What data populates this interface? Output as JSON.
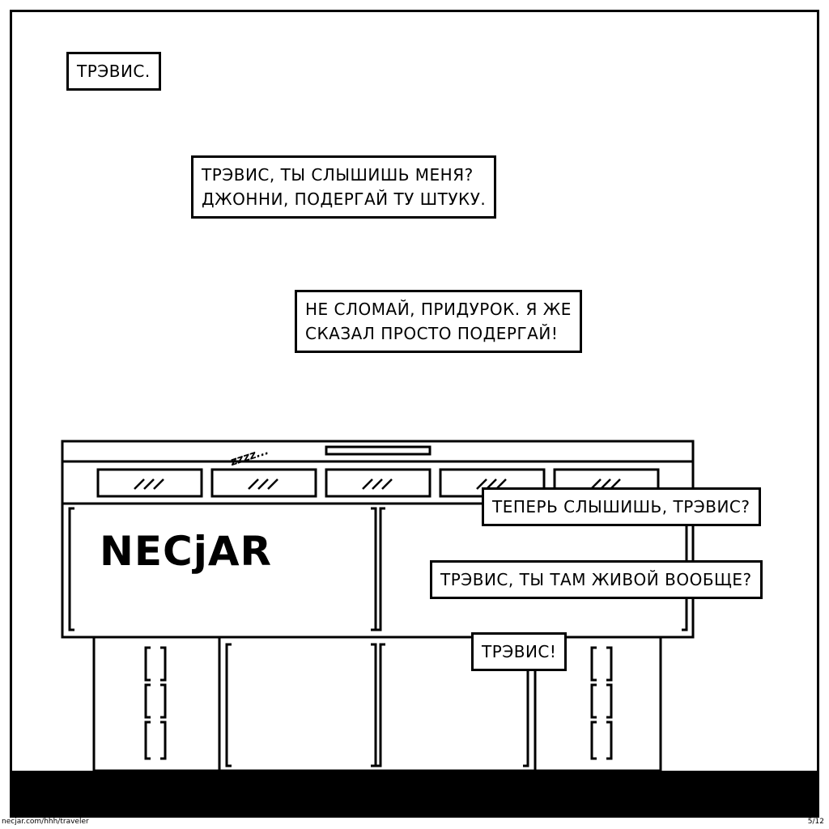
{
  "captions": [
    {
      "id": "c1",
      "text": "Трэвис."
    },
    {
      "id": "c2",
      "lines": [
        "Трэвис, ты слышишь меня?",
        "Джонни, подергай ту штуку."
      ]
    },
    {
      "id": "c3",
      "lines": [
        "Не сломай, придурок. Я же",
        "сказал просто подергай!"
      ]
    },
    {
      "id": "c4",
      "text": "Теперь слышишь, Трэвис?"
    },
    {
      "id": "c5",
      "text": "Трэвис, ты там живой вообще?"
    },
    {
      "id": "c6",
      "text": "Трэвис!"
    }
  ],
  "logo": "NECjAR",
  "snore": "zzzz...",
  "footer": {
    "url": "necjar.com/hhh/traveler",
    "page": "5/12"
  },
  "colors": {
    "ink": "#000000",
    "paper": "#ffffff"
  }
}
